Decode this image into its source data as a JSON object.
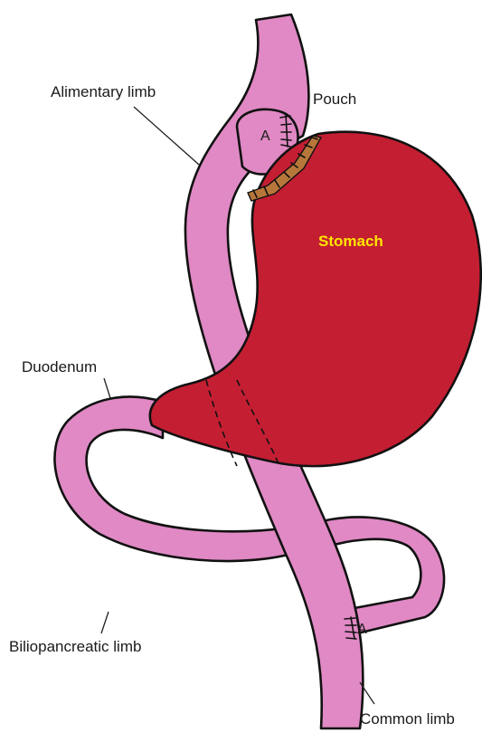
{
  "labels": {
    "alimentary_limb": "Alimentary limb",
    "pouch": "Pouch",
    "stomach": "Stomach",
    "duodenum": "Duodenum",
    "biliopancreatic_limb": "Biliopancreatic limb",
    "common_limb": "Common limb",
    "anastomosis_upper": "A",
    "anastomosis_lower": "A"
  },
  "colors": {
    "limb": "#e089c4",
    "stomach": "#c41e32",
    "stomach_label": "#ffe600",
    "staple_line": "#b8773a"
  }
}
